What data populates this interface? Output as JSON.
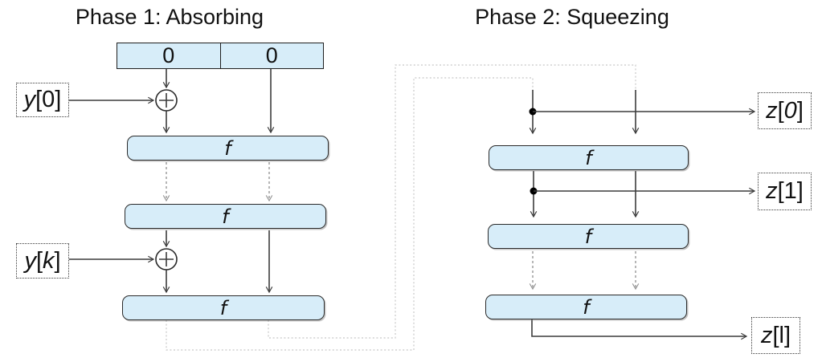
{
  "diagram": {
    "phase1_title": "Phase 1: Absorbing",
    "phase2_title": "Phase 2: Squeezing",
    "state_cells": [
      "0",
      "0"
    ],
    "f_label": "f",
    "io_labels": {
      "y0": {
        "parts": [
          "y",
          "[0]"
        ]
      },
      "yk": {
        "parts": [
          "y",
          "[",
          "k",
          "]"
        ]
      },
      "z0": {
        "parts": [
          "z",
          "[",
          "0",
          "]"
        ]
      },
      "z1": {
        "parts": [
          "z",
          "[1]"
        ]
      },
      "zl": {
        "parts": [
          "z",
          "[l]"
        ]
      }
    },
    "icons": {
      "xor_icon": "⊕",
      "branch_dot_icon": "•",
      "arrowhead_icon": "›"
    },
    "colors": {
      "box_fill": "#d7edf9",
      "box_border": "#2a2a2a",
      "solid_line": "#3c3c3c",
      "dashed_arrow": "#8f8f8f",
      "loop_line": "#c7c7c7",
      "label_border": "#3a3a3a"
    }
  }
}
